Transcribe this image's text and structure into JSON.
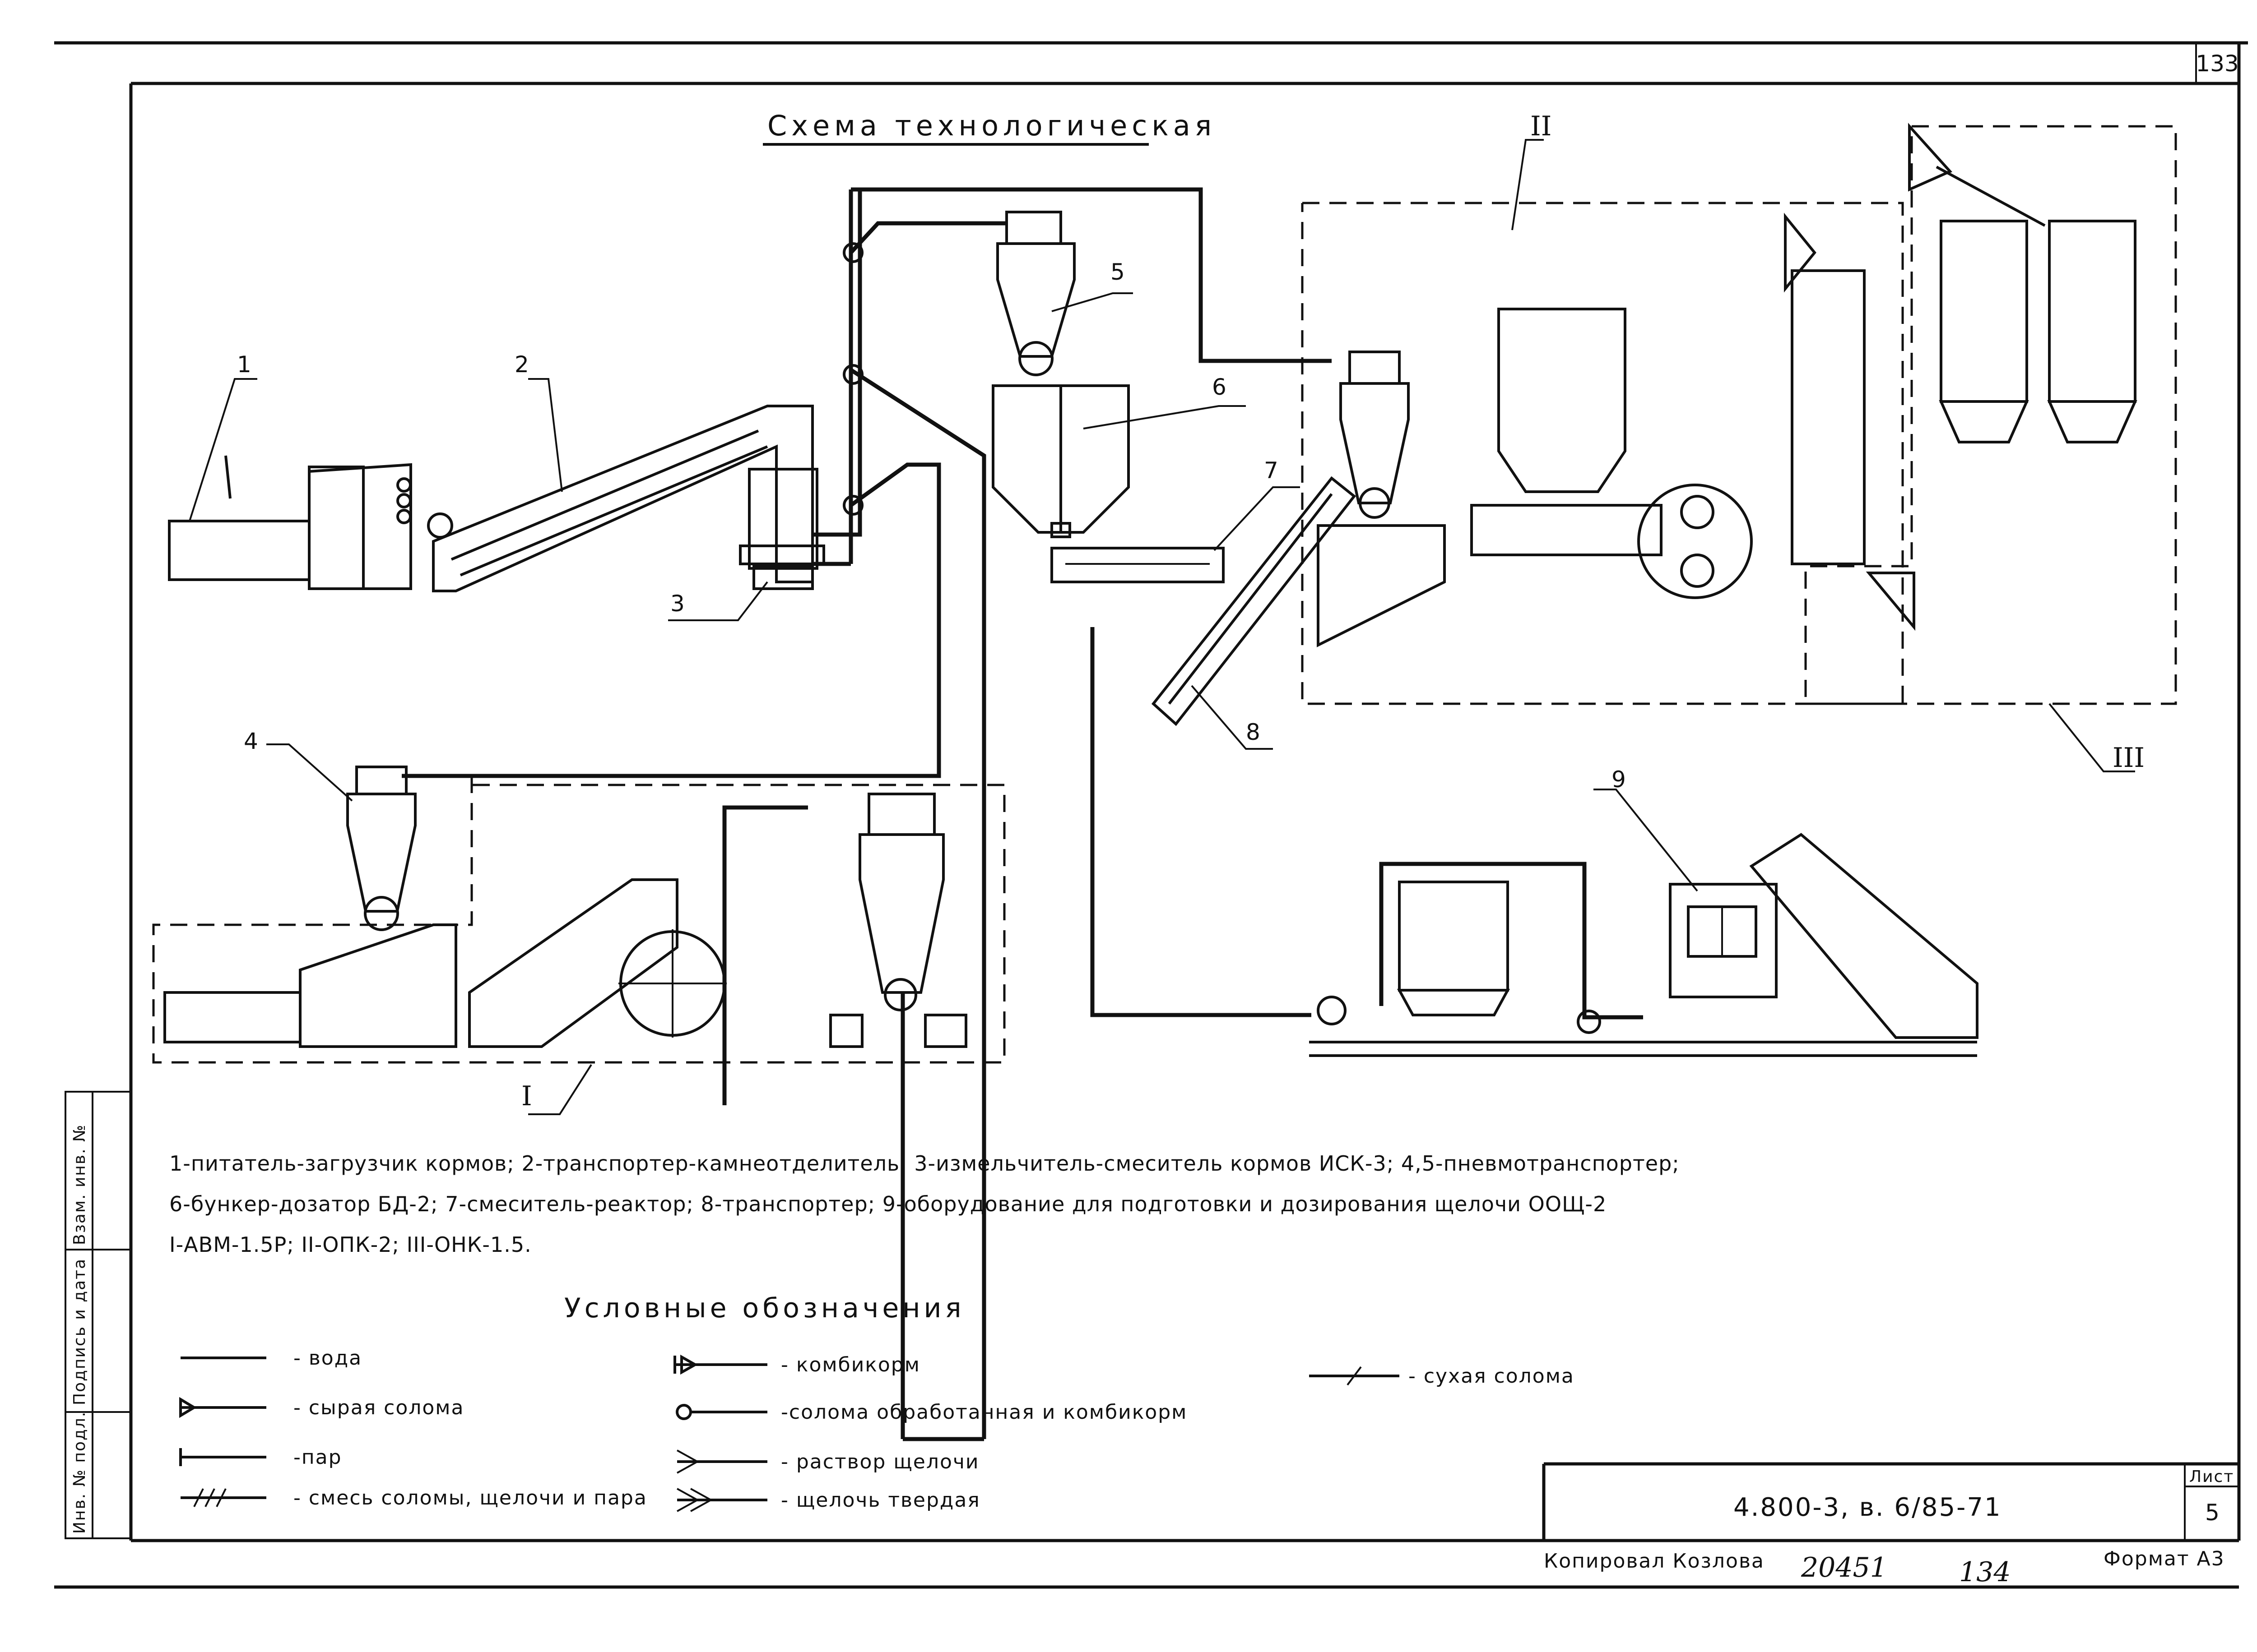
{
  "sheet": {
    "page_number": "133",
    "title": "Схема технологическая",
    "caption_lines": [
      "1-питатель-загрузчик кормов; 2-транспортер-камнеотделитель; 3-измельчитель-смеситель кормов ИСК-3; 4,5-пневмотранспортер;",
      "6-бункер-дозатор БД-2; 7-смеситель-реактор; 8-транспортер; 9-оборудование для подготовки и дозирования щелочи ООЩ-2",
      "I-АВМ-1.5Р; II-ОПК-2; III-ОНК-1.5."
    ],
    "legend_title": "Условные обозначения",
    "legend": [
      {
        "key": "water",
        "label": "- вода"
      },
      {
        "key": "raw_straw",
        "label": "- сырая солома"
      },
      {
        "key": "steam",
        "label": "-пар"
      },
      {
        "key": "mix",
        "label": "- смесь соломы, щелочи и пара"
      },
      {
        "key": "feed",
        "label": "- комбикорм"
      },
      {
        "key": "treated",
        "label": "-солома обработанная и комбикорм"
      },
      {
        "key": "alkali_solution",
        "label": "- раствор щелочи"
      },
      {
        "key": "alkali_solid",
        "label": "- щелочь твердая"
      },
      {
        "key": "dry_straw",
        "label": "- сухая солома"
      }
    ],
    "item_labels": [
      "1",
      "2",
      "3",
      "4",
      "5",
      "6",
      "7",
      "8",
      "9"
    ],
    "roman_labels": [
      "I",
      "II",
      "III"
    ],
    "stamp": {
      "code": "4.800-3, в. 6/85-71",
      "sheet_label": "Лист",
      "sheet_number": "5"
    },
    "footer": {
      "copied": "Копировал Козлова",
      "hand_number_1": "20451",
      "hand_number_2": "134",
      "format": "Формат А3"
    },
    "side_fields": [
      "Инв. № подл.",
      "Подпись и дата",
      "Взам. инв. №"
    ]
  }
}
